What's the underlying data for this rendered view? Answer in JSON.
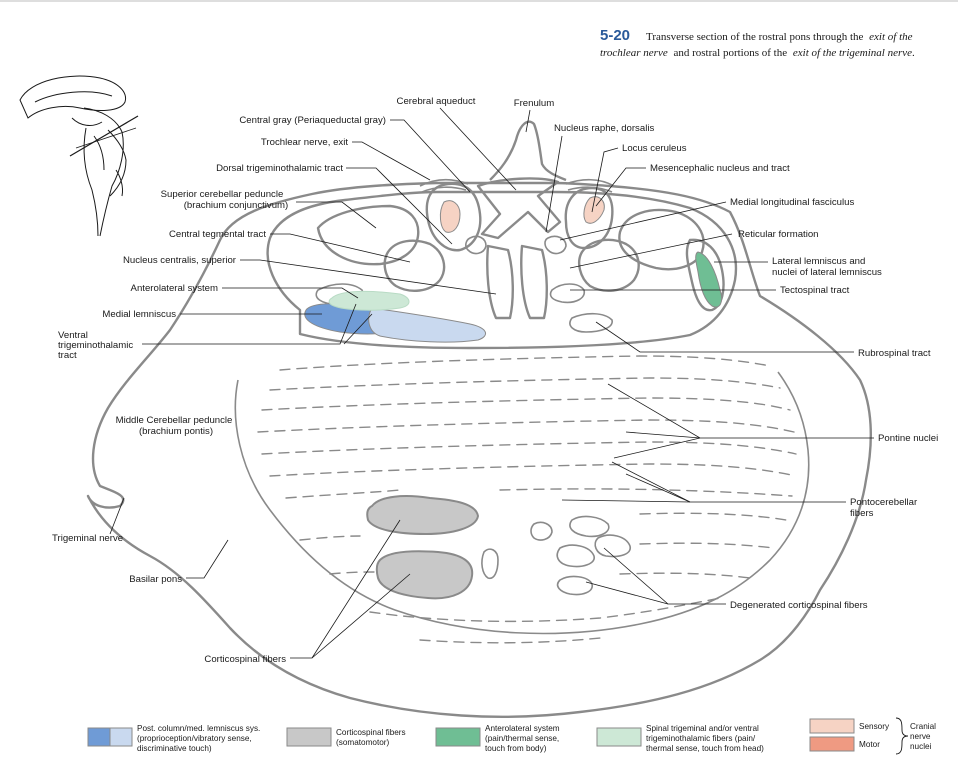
{
  "caption": {
    "number": "5-20",
    "line1_a": "Transverse section of the rostral pons through the",
    "line1_b": "exit of the",
    "line2_a": "trochlear nerve",
    "line2_b": "and rostral portions of the",
    "line2_c": "exit of the trigeminal nerve",
    "line2_d": "."
  },
  "labels": {
    "cerebral_aqueduct": "Cerebral aqueduct",
    "frenulum": "Frenulum",
    "central_gray": "Central gray (Periaqueductal gray)",
    "nucleus_raphe": "Nucleus raphe, dorsalis",
    "trochlear_nerve": "Trochlear nerve, exit",
    "locus_ceruleus": "Locus ceruleus",
    "dorsal_trigeminothalamic": "Dorsal trigeminothalamic tract",
    "mesencephalic_nucleus": "Mesencephalic nucleus and tract",
    "scp_1": "Superior cerebellar peduncle",
    "scp_2": "(brachium conjunctivum)",
    "mlf": "Medial longitudinal fasciculus",
    "central_tegmental": "Central tegmental tract",
    "reticular_formation": "Reticular formation",
    "nucleus_centralis": "Nucleus centralis, superior",
    "lateral_lemniscus_1": "Lateral lemniscus and",
    "lateral_lemniscus_2": "nuclei of lateral lemniscus",
    "anterolateral": "Anterolateral system",
    "tectospinal": "Tectospinal tract",
    "medial_lemniscus": "Medial lemniscus",
    "ventral_trig_1": "Ventral",
    "ventral_trig_2": "trigeminothalamic",
    "ventral_trig_3": "tract",
    "rubrospinal": "Rubrospinal tract",
    "mcp_1": "Middle Cerebellar peduncle",
    "mcp_2": "(brachium pontis)",
    "pontine_nuclei": "Pontine nuclei",
    "pontocerebellar_1": "Pontocerebellar",
    "pontocerebellar_2": "fibers",
    "trigeminal_nerve": "Trigeminal nerve",
    "basilar_pons": "Basilar pons",
    "degenerated_cs": "Degenerated corticospinal fibers",
    "corticospinal": "Corticospinal fibers"
  },
  "legend": {
    "items": [
      {
        "color": "#6f9bd6",
        "color2": "#c9d9ef",
        "lines": [
          "Post. column/med. lemniscus sys.",
          "(proprioception/vibratory sense,",
          "discriminative touch)"
        ]
      },
      {
        "color": "#c8c8c8",
        "lines": [
          "Corticospinal fibers",
          "(somatomotor)"
        ]
      },
      {
        "color": "#6fbe94",
        "lines": [
          "Anterolateral system",
          "(pain/thermal sense,",
          "touch from body)"
        ]
      },
      {
        "color": "#cde8d6",
        "lines": [
          "Spinal trigeminal and/or ventral",
          "trigeminothalamic fibers (pain/",
          "thermal sense, touch from head)"
        ]
      }
    ],
    "nuclei": {
      "sensory_color": "#f6d3c4",
      "motor_color": "#ef9a82",
      "sensory": "Sensory",
      "motor": "Motor",
      "group_1": "Cranial",
      "group_2": "nerve",
      "group_3": "nuclei"
    }
  },
  "colors": {
    "outline": "#8a8a8a",
    "medial_lemniscus": "#6f9bd6",
    "medial_lemniscus_light": "#c9d9ef",
    "corticospinal": "#c8c8c8",
    "anterolateral": "#6fbe94",
    "trigeminothalamic": "#cde8d6",
    "sensory_nucleus": "#f6d3c4",
    "motor_nucleus": "#ef9a82",
    "caption_number": "#2a5a9a"
  }
}
